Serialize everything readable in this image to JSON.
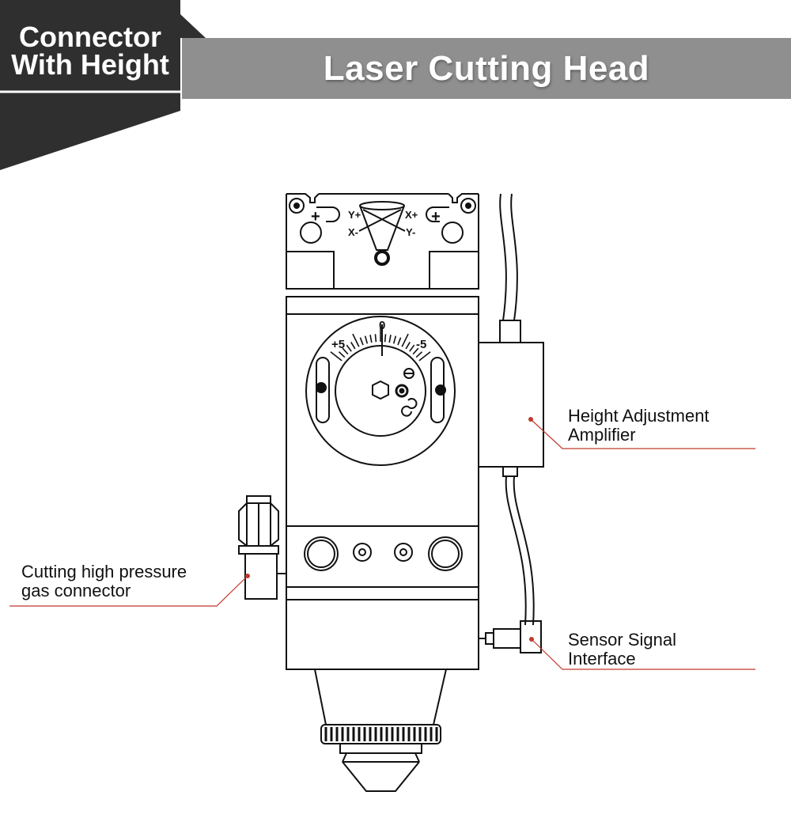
{
  "banner": {
    "title": "Laser Cutting Head",
    "bar_color": "#8f8f8f",
    "tag_color": "#2f2f2f",
    "tag_line1": "Connector",
    "tag_line2": "With Height"
  },
  "dial": {
    "plus_label": "+5",
    "zero_label": "0",
    "minus_label": "-5"
  },
  "sensor_marks": {
    "y_plus": "Y+",
    "x_plus": "X+",
    "x_minus": "X-",
    "y_minus": "Y-"
  },
  "adjust_marks": {
    "plus_left": "+",
    "plus_right": "+"
  },
  "callouts": {
    "amplifier_line1": "Height Adjustment",
    "amplifier_line2": "Amplifier",
    "gas_line1": "Cutting high pressure",
    "gas_line2": "gas connector",
    "sensor_line1": "Sensor Signal",
    "sensor_line2": "Interface"
  },
  "accent_color": "#c0392b"
}
